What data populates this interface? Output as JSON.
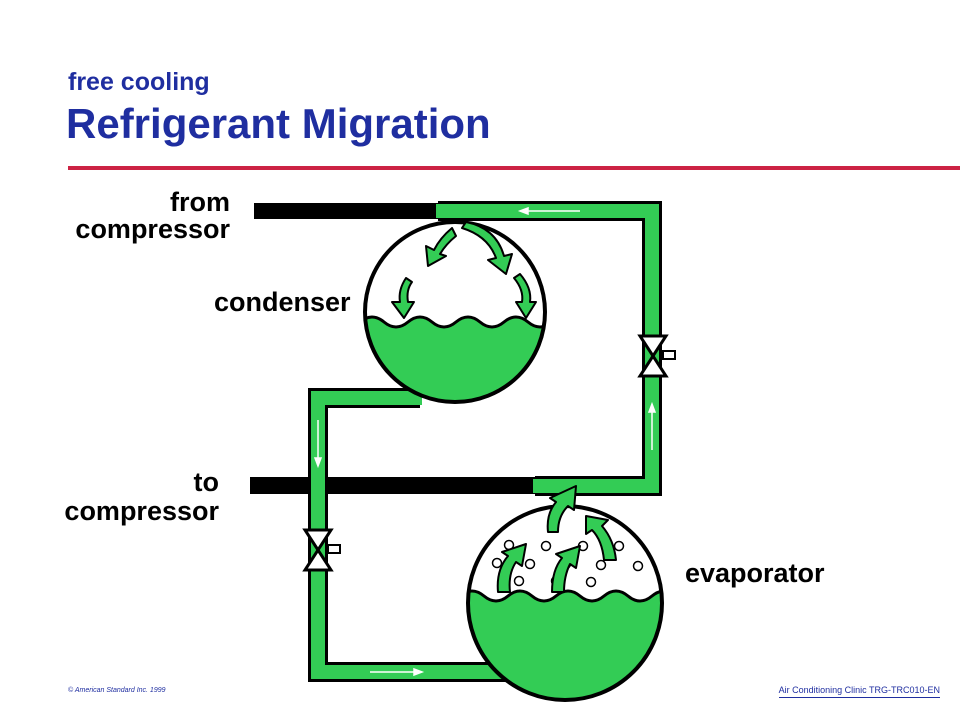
{
  "header": {
    "subtitle": "free cooling",
    "title": "Refrigerant Migration"
  },
  "diagram": {
    "labels": {
      "from_line1": "from",
      "from_line2": "compressor",
      "condenser": "condenser",
      "to_line1": "to",
      "to_line2": "compressor",
      "evaporator": "evaporator"
    },
    "colors": {
      "refrigerant": "#33cc55",
      "outline": "#000000",
      "accent_rule": "#cc2244",
      "title": "#1f2ea0"
    },
    "icons": [
      "valve-icon",
      "flow-arrow-icon",
      "vapor-bubble-icon",
      "migration-arrow-icon"
    ]
  },
  "footer": {
    "copyright": "© American Standard Inc. 1999",
    "course": "Air Conditioning Clinic TRG-TRC010-EN"
  }
}
